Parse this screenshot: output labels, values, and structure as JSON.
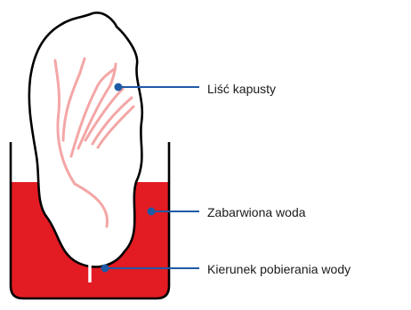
{
  "labels": {
    "leaf": "Liść kapusty",
    "colored_water": "Zabarwiona woda",
    "uptake_direction": "Kierunek pobierania wody"
  },
  "colors": {
    "water": "#e31b23",
    "veins": "#f4a6a6",
    "leader_line": "#1f5aa6",
    "arrow": "#ffffff",
    "outline": "#000000"
  }
}
